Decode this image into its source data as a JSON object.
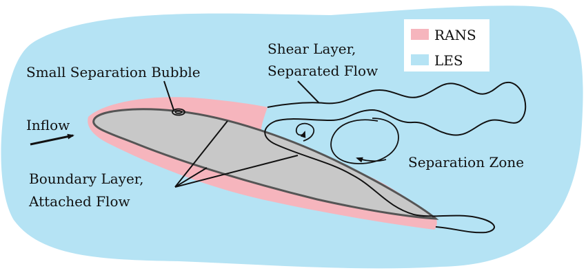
{
  "colors": {
    "les": "#b5e3f4",
    "rans": "#f6b5bd",
    "airfoil_fill": "#c8c8c8",
    "airfoil_edge": "#555555",
    "line": "#111111",
    "legend_bg": "#ffffff"
  },
  "legend": {
    "rans_label": "RANS",
    "les_label": "LES"
  },
  "labels": {
    "shear_layer_1": "Shear Layer,",
    "shear_layer_2": "Separated Flow",
    "small_bubble": "Small Separation Bubble",
    "inflow": "Inflow",
    "boundary_layer_1": "Boundary Layer,",
    "boundary_layer_2": "Attached Flow",
    "separation_zone": "Separation Zone"
  }
}
